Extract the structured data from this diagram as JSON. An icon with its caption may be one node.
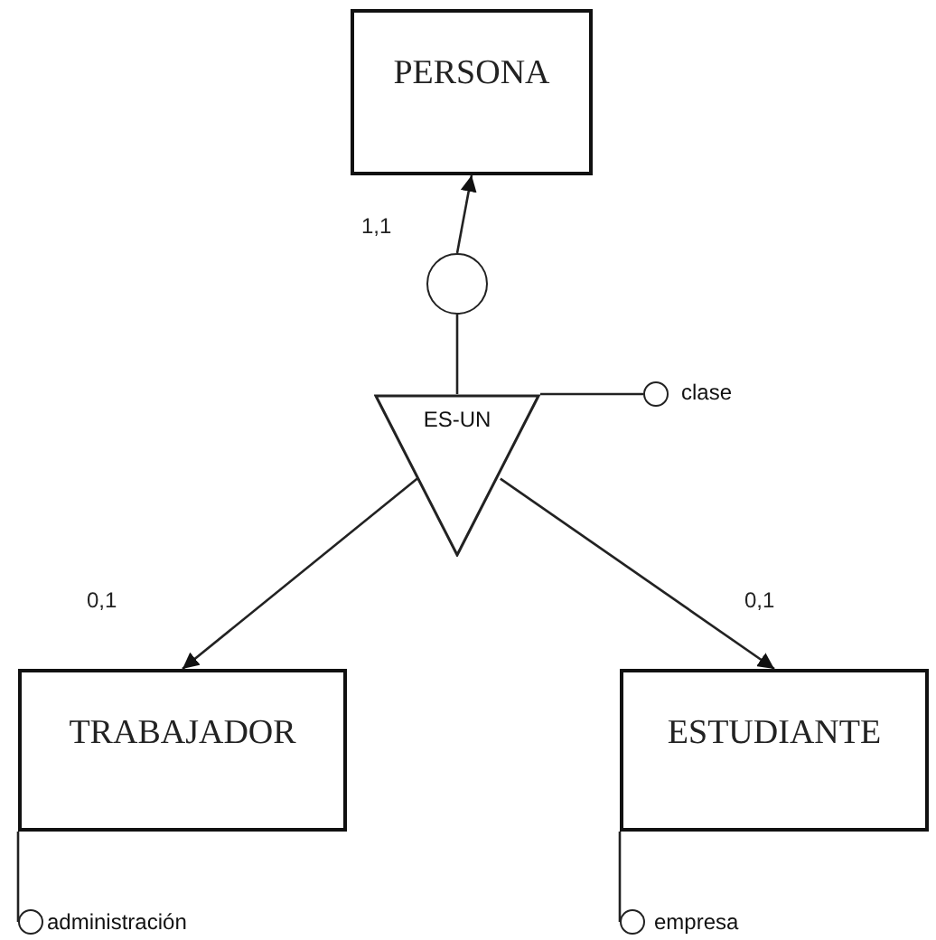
{
  "diagram": {
    "nodes": [
      {
        "text": [
          "PERSONA"
        ]
      },
      {
        "text": [
          "ES-UN"
        ]
      },
      {
        "text": [],
        "shape": "circle"
      },
      {
        "text": [],
        "shape": "circle",
        "beside": [
          "clase"
        ]
      },
      {
        "text": [
          "TRABAJADOR"
        ]
      },
      {
        "text": [
          "ESTUDIANTE"
        ]
      },
      {
        "text": [],
        "shape": "circle",
        "beside": [
          "administración"
        ]
      },
      {
        "text": [],
        "shape": "circle",
        "beside": [
          "empresa"
        ]
      }
    ],
    "edges": [
      {
        "from": 2,
        "to": 0,
        "arrow": "to",
        "label": "1,1"
      },
      {
        "from": 1,
        "to": 2,
        "arrow": "none"
      },
      {
        "from": 1,
        "to": 3,
        "arrow": "none"
      },
      {
        "from": 1,
        "to": 4,
        "arrow": "to",
        "label": "0,1"
      },
      {
        "from": 1,
        "to": 5,
        "arrow": "to",
        "label": "0,1"
      },
      {
        "from": 4,
        "to": 6,
        "arrow": "none"
      },
      {
        "from": 5,
        "to": 7,
        "arrow": "none"
      }
    ]
  }
}
